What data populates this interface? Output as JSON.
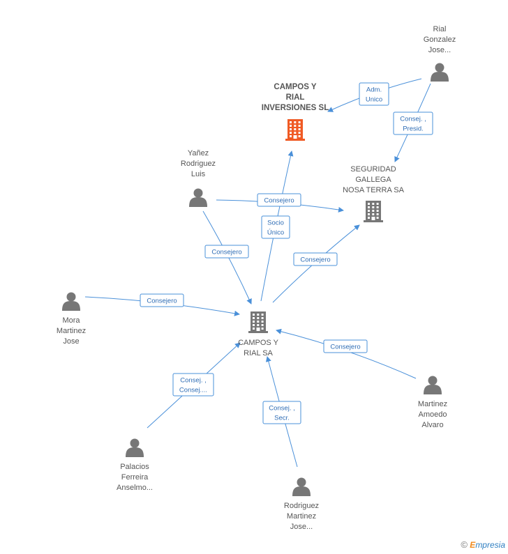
{
  "colors": {
    "edge": "#4a90d9",
    "company": "#777777",
    "company_main": "#f05a24",
    "person": "#777777"
  },
  "nodes": [
    {
      "id": "campos_rial_sa",
      "type": "company",
      "label": [
        "CAMPOS Y",
        "RIAL SA"
      ],
      "icon": "building-icon"
    },
    {
      "id": "campos_rial_inv",
      "type": "company_main",
      "label": [
        "CAMPOS Y",
        "RIAL",
        "INVERSIONES SL"
      ],
      "icon": "building-icon"
    },
    {
      "id": "seguridad",
      "type": "company",
      "label": [
        "SEGURIDAD",
        "GALLEGA",
        "NOSA TERRA SA"
      ],
      "icon": "building-icon"
    },
    {
      "id": "rial_gonzalez",
      "type": "person",
      "label": [
        "Rial",
        "Gonzalez",
        "Jose..."
      ],
      "icon": "person-icon"
    },
    {
      "id": "yanez",
      "type": "person",
      "label": [
        "Yañez",
        "Rodriguez",
        "Luis"
      ],
      "icon": "person-icon"
    },
    {
      "id": "mora",
      "type": "person",
      "label": [
        "Mora",
        "Martinez",
        "Jose"
      ],
      "icon": "person-icon"
    },
    {
      "id": "martinez_amoedo",
      "type": "person",
      "label": [
        "Martinez",
        "Amoedo",
        "Alvaro"
      ],
      "icon": "person-icon"
    },
    {
      "id": "palacios",
      "type": "person",
      "label": [
        "Palacios",
        "Ferreira",
        "Anselmo..."
      ],
      "icon": "person-icon"
    },
    {
      "id": "rodriguez_martinez",
      "type": "person",
      "label": [
        "Rodriguez",
        "Martinez",
        "Jose..."
      ],
      "icon": "person-icon"
    }
  ],
  "edges": [
    {
      "from": "rial_gonzalez",
      "to": "campos_rial_inv",
      "label": [
        "Adm.",
        "Unico"
      ]
    },
    {
      "from": "rial_gonzalez",
      "to": "seguridad",
      "label": [
        "Consej. ,",
        "Presid."
      ]
    },
    {
      "from": "yanez",
      "to": "seguridad",
      "label": [
        "Consejero"
      ]
    },
    {
      "from": "campos_rial_sa",
      "to": "campos_rial_inv",
      "label": [
        "Socio",
        "Único"
      ]
    },
    {
      "from": "yanez",
      "to": "campos_rial_sa",
      "label": [
        "Consejero"
      ]
    },
    {
      "from": "campos_rial_sa",
      "to": "seguridad",
      "label": [
        "Consejero"
      ]
    },
    {
      "from": "mora",
      "to": "campos_rial_sa",
      "label": [
        "Consejero"
      ]
    },
    {
      "from": "martinez_amoedo",
      "to": "campos_rial_sa",
      "label": [
        "Consejero"
      ]
    },
    {
      "from": "palacios",
      "to": "campos_rial_sa",
      "label": [
        "Consej. ,",
        "Consej...."
      ]
    },
    {
      "from": "rodriguez_martinez",
      "to": "campos_rial_sa",
      "label": [
        "Consej. ,",
        "Secr."
      ]
    }
  ],
  "brand": {
    "copyright": "©",
    "first_letter": "E",
    "rest": "mpresia"
  }
}
